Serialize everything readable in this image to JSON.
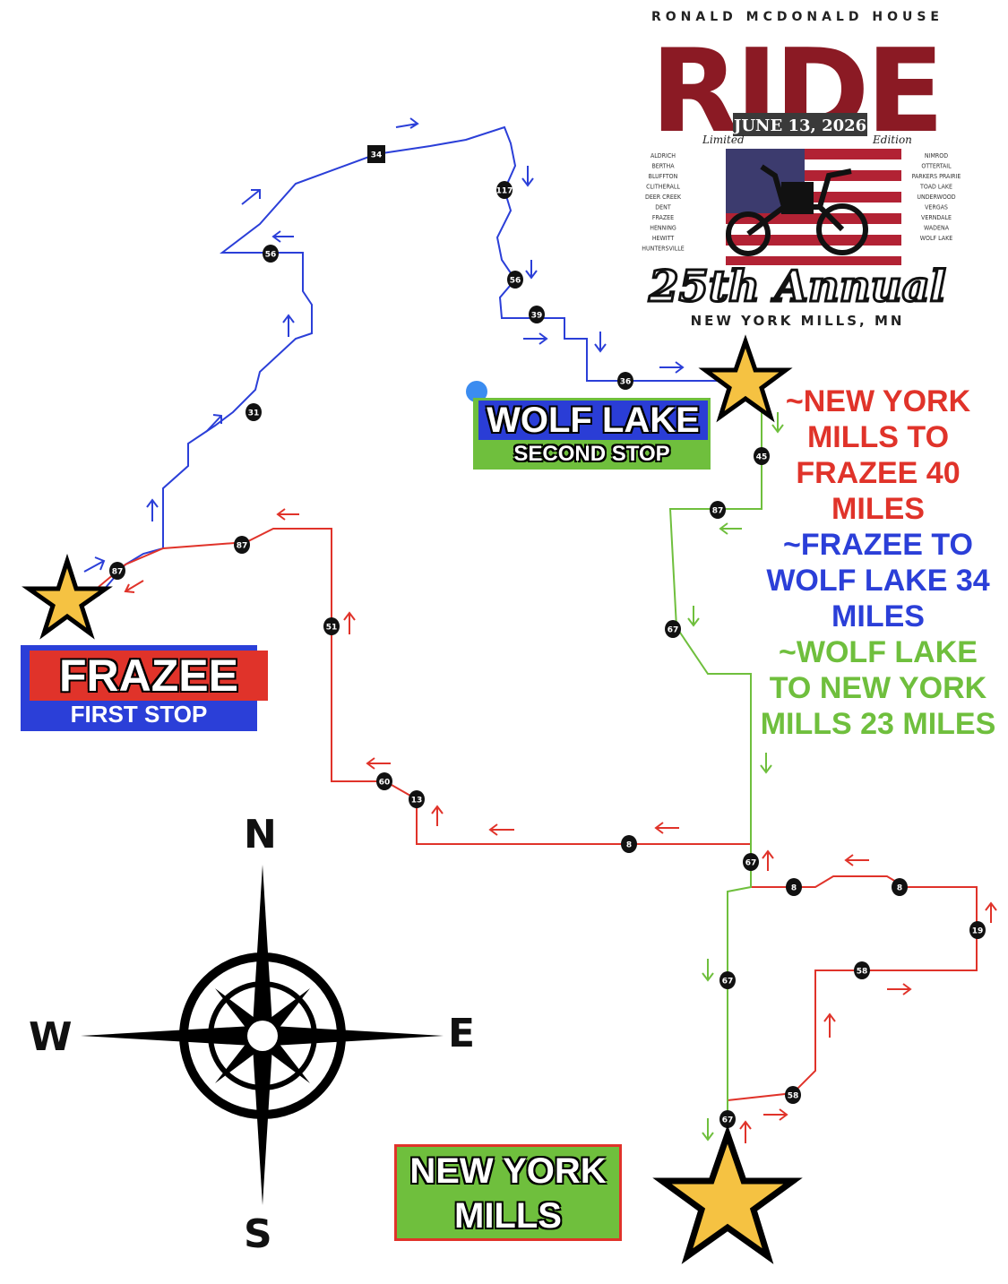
{
  "header": {
    "org": "RONALD MCDONALD HOUSE",
    "title": "RIDE",
    "date": "JUNE 13, 2026",
    "edition_left": "Limited",
    "edition_right": "Edition",
    "anniversary": "25th Annual",
    "location": "NEW YORK MILLS, MN",
    "towns_left": [
      "ALDRICH",
      "BERTHA",
      "BLUFFTON",
      "CLITHERALL",
      "DEER CREEK",
      "DENT",
      "FRAZEE",
      "HENNING",
      "HEWITT",
      "HUNTERSVILLE"
    ],
    "towns_right": [
      "NIMROD",
      "OTTERTAIL",
      "PARKERS PRAIRIE",
      "TOAD LAKE",
      "UNDERWOOD",
      "VERGAS",
      "VERNDALE",
      "WADENA",
      "WOLF LAKE"
    ]
  },
  "stops": {
    "frazee": {
      "name": "FRAZEE",
      "label": "FIRST STOP"
    },
    "wolf_lake": {
      "name": "WOLF LAKE",
      "label": "SECOND STOP"
    },
    "new_york_mills": {
      "name_line1": "NEW YORK",
      "name_line2": "MILLS"
    }
  },
  "legend": {
    "leg1": [
      "~NEW YORK",
      "MILLS TO",
      "FRAZEE 40",
      "MILES"
    ],
    "leg2": [
      "~FRAZEE TO",
      "WOLF LAKE 34",
      "MILES"
    ],
    "leg3": [
      "~WOLF LAKE",
      "TO NEW YORK",
      "MILLS 23 MILES"
    ]
  },
  "compass": {
    "n": "N",
    "s": "S",
    "e": "E",
    "w": "W"
  },
  "colors": {
    "leg1": "#e0332a",
    "leg2": "#2b3fd8",
    "leg3": "#6fbf3d",
    "star": "#f5c242"
  },
  "routes": {
    "blue": [
      "34",
      "117",
      "56",
      "39",
      "36",
      "56",
      "31",
      "87"
    ],
    "red": [
      "87",
      "51",
      "60",
      "13",
      "8",
      "67",
      "8",
      "8",
      "19",
      "58",
      "58"
    ],
    "green": [
      "45",
      "87",
      "67",
      "67",
      "67"
    ]
  }
}
